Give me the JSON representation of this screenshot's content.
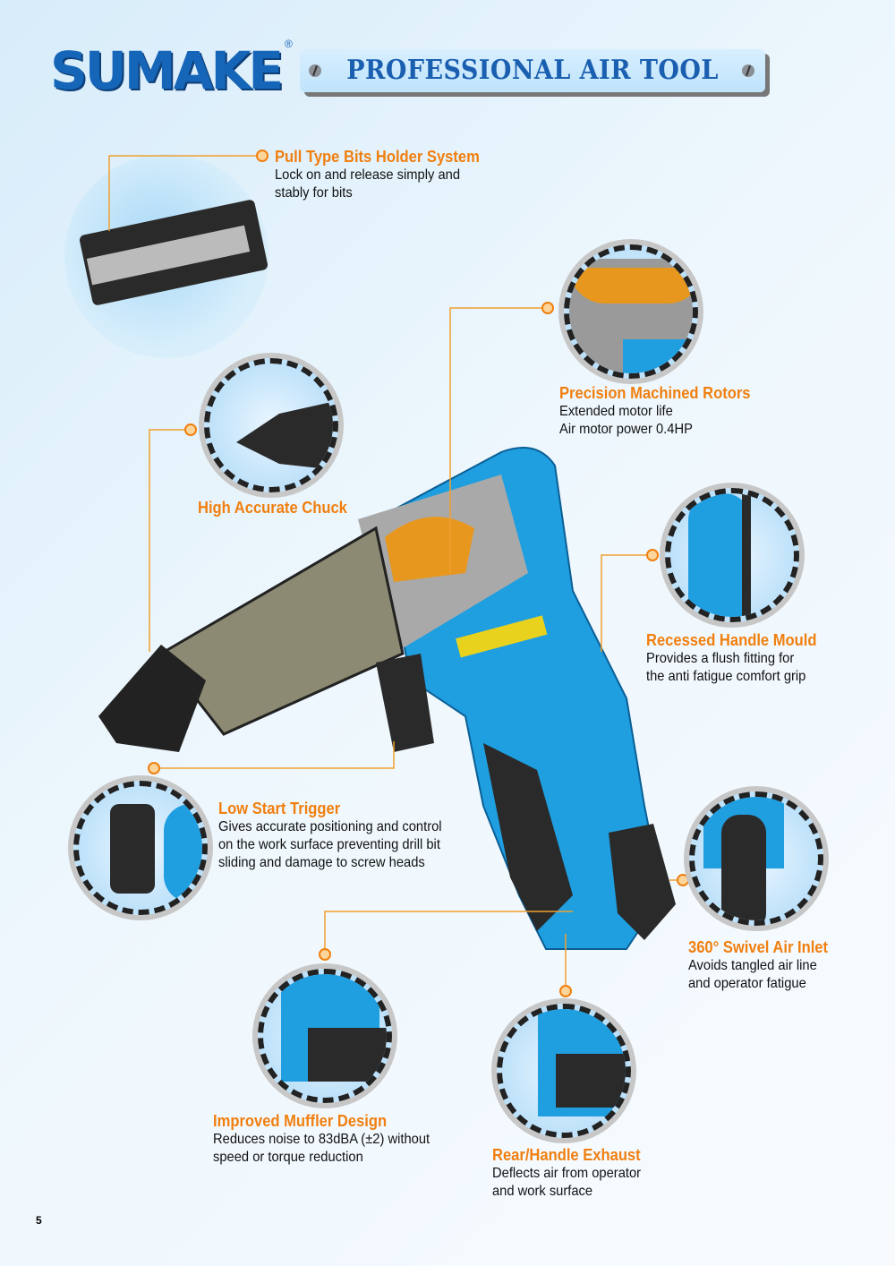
{
  "header": {
    "brand": "SUMAKE",
    "registered": "®",
    "banner": "PROFESSIONAL AIR TOOL"
  },
  "features": [
    {
      "title": "Pull Type Bits Holder System",
      "lines": [
        "Lock on and release simply and",
        "stably for bits"
      ]
    },
    {
      "title": "Precision Machined Rotors",
      "lines": [
        "Extended motor life",
        "Air motor power 0.4HP"
      ]
    },
    {
      "title": "High Accurate Chuck",
      "lines": []
    },
    {
      "title": "Recessed Handle Mould",
      "lines": [
        "Provides a flush fitting for",
        "the anti fatigue comfort grip"
      ]
    },
    {
      "title": "Low Start Trigger",
      "lines": [
        "Gives accurate positioning and control",
        "on the work surface preventing drill bit",
        "sliding and damage to screw heads"
      ]
    },
    {
      "title": "360° Swivel Air Inlet",
      "lines": [
        "Avoids tangled air line",
        "and operator fatigue"
      ]
    },
    {
      "title": "Improved Muffler Design",
      "lines": [
        "Reduces noise to 83dBA (±2) without",
        "speed or torque reduction"
      ]
    },
    {
      "title": "Rear/Handle Exhaust",
      "lines": [
        "Deflects air from operator",
        "and work surface"
      ]
    }
  ],
  "page_number": "5",
  "colors": {
    "accent": "#f07f0f",
    "brand": "#1565b8",
    "tool_blue": "#1f9ee0"
  }
}
